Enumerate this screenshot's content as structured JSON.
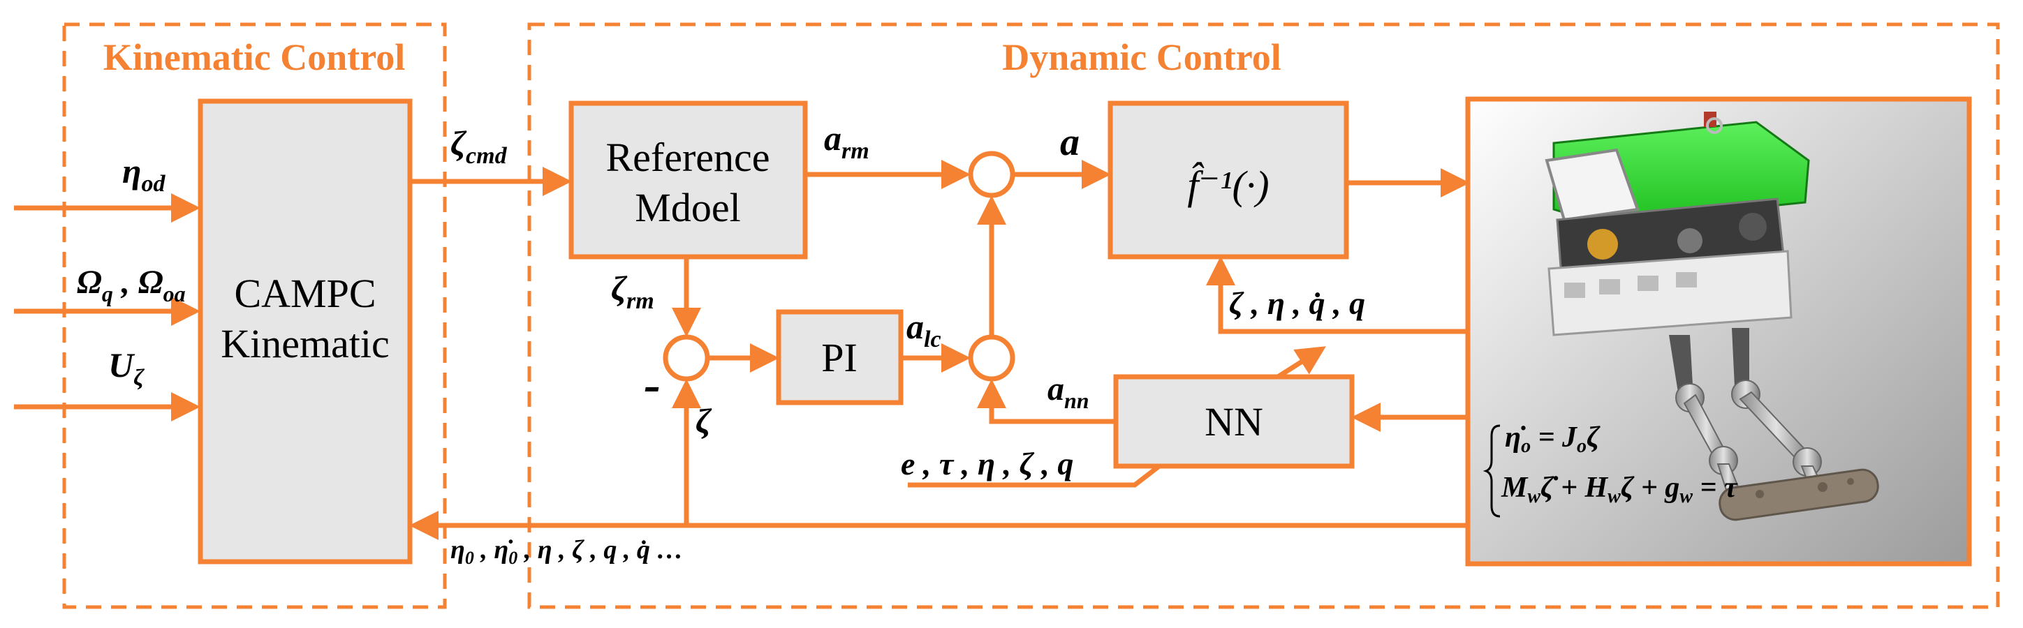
{
  "sections": {
    "kinematic": "Kinematic Control",
    "dynamic": "Dynamic Control"
  },
  "blocks": {
    "campc_line1": "CAMPC",
    "campc_line2": "Kinematic",
    "ref_line1": "Reference",
    "ref_line2": "Mdoel",
    "pi": "PI",
    "finv": "f̂⁻¹(·)",
    "nn": "NN"
  },
  "signals": {
    "eta_od": "ηod",
    "omega": "Ωq , Ωoa",
    "u_zeta": "Uζ",
    "zeta_cmd": "ζcmd",
    "a_rm": "arm",
    "a": "a",
    "zeta_rm": "ζrm",
    "minus": "-",
    "zeta": "ζ",
    "a_lc": "alc",
    "a_nn": "ann",
    "fb_finv": "ζ , η , q̇ , q",
    "nn_inputs": "e , τ , η , ζ , q",
    "fb_bottom": "η0 , η̇0 , η , ζ , q , q̇ …"
  },
  "equations": {
    "eq1": "η̇o = Joζ",
    "eq2": "Mwζ̇ + Hwζ + gw = τ"
  },
  "colors": {
    "accent": "#F58233",
    "block_fill": "#E6E6E6",
    "robot_green": "#2EDB2E"
  }
}
